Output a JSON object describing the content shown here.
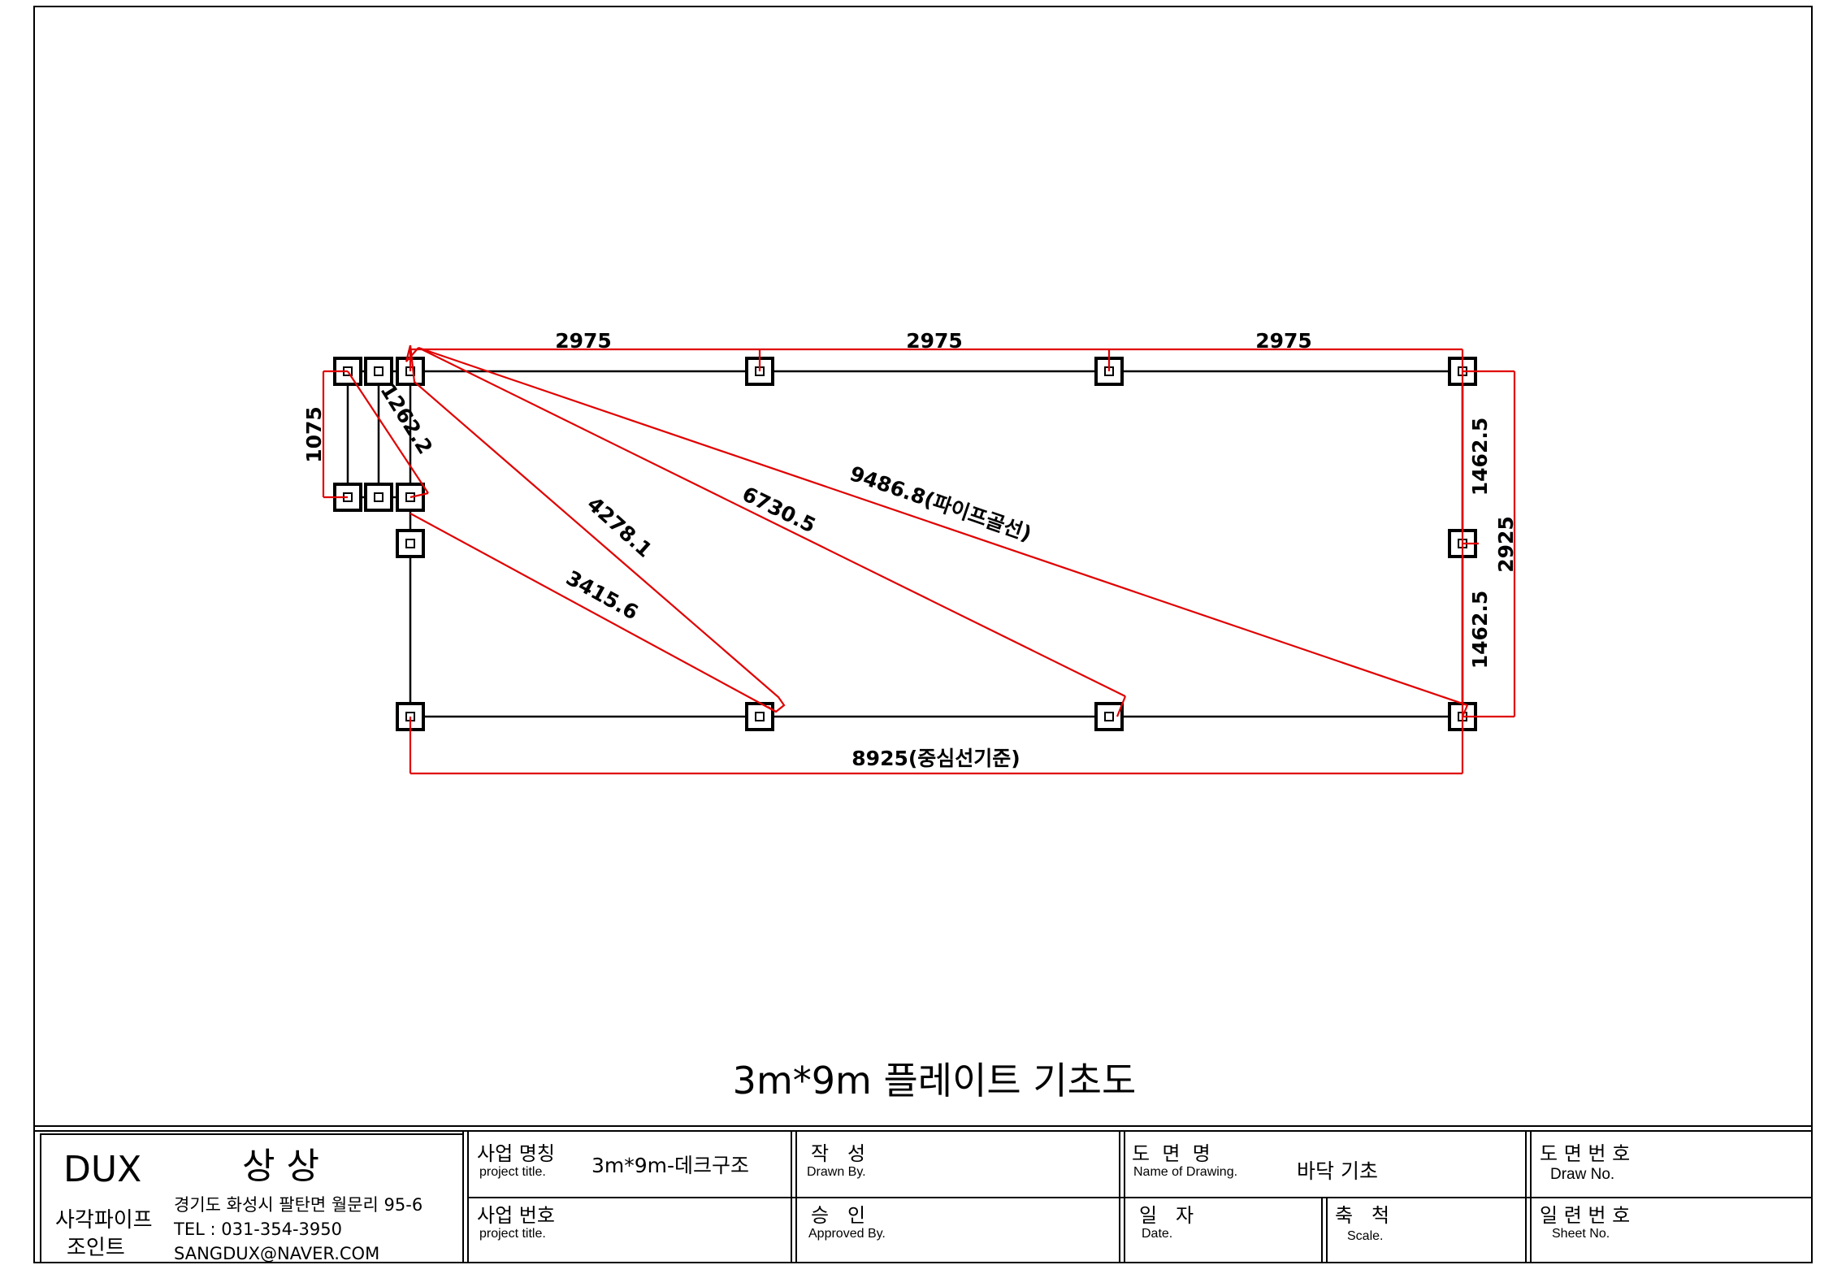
{
  "drawing": {
    "title": "3m*9m 플레이트 기초도",
    "dimensions": {
      "top_span_1": "2975",
      "top_span_2": "2975",
      "top_span_3": "2975",
      "left_height": "1075",
      "left_diag": "1262.2",
      "diag_1": "4278.1",
      "diag_2": "6730.5",
      "diag_3": "9486.8(파이프골선)",
      "diag_4": "3415.6",
      "right_half_1": "1462.5",
      "right_half_2": "1462.5",
      "right_total": "2925",
      "bottom_total": "8925(중심선기준)"
    }
  },
  "title_block": {
    "company_name": "DUX",
    "company_name_kr": "상 상",
    "company_line1": "사각파이프",
    "company_line2": "조인트",
    "address": "경기도 화성시 팔탄면 월문리 95-6",
    "tel": "TEL : 031-354-3950",
    "email": "SANGDUX@NAVER.COM",
    "project_name_label": "사업 명칭",
    "project_name_sub": "project title.",
    "project_name_value": "3m*9m-데크구조",
    "project_no_label": "사업 번호",
    "project_no_sub": "project title.",
    "drawn_label": "작   성",
    "drawn_sub": "Drawn By.",
    "approved_label": "승   인",
    "approved_sub": "Approved By.",
    "drawing_name_label": "도  면  명",
    "drawing_name_sub": "Name of Drawing.",
    "drawing_name_value": "바닥 기초",
    "date_label": "일   자",
    "date_sub": "Date.",
    "scale_label": "축   척",
    "scale_sub": "Scale.",
    "draw_no_label": "도 면 번 호",
    "draw_no_sub": "Draw No.",
    "sheet_no_label": "일 련 번 호",
    "sheet_no_sub": "Sheet No."
  },
  "colors": {
    "dimension_line": "#e00000",
    "outline": "#000000"
  }
}
